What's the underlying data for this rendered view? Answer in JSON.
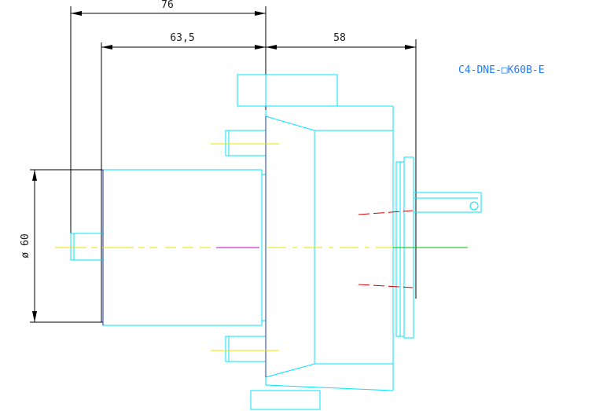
{
  "drawing": {
    "part_code": "C4-DNE-□K60B-E",
    "dimensions": {
      "overall_length": "76",
      "body_length": "63,5",
      "flange_depth": "58",
      "diameter": "ø 60"
    },
    "colors": {
      "outline": "#00e5ff",
      "dimension": "#000000",
      "centerline": "#e6e600",
      "hidden": "#e00000",
      "axis_green": "#00c000",
      "axis_magenta": "#c000c0",
      "label": "#1e7bff"
    }
  }
}
